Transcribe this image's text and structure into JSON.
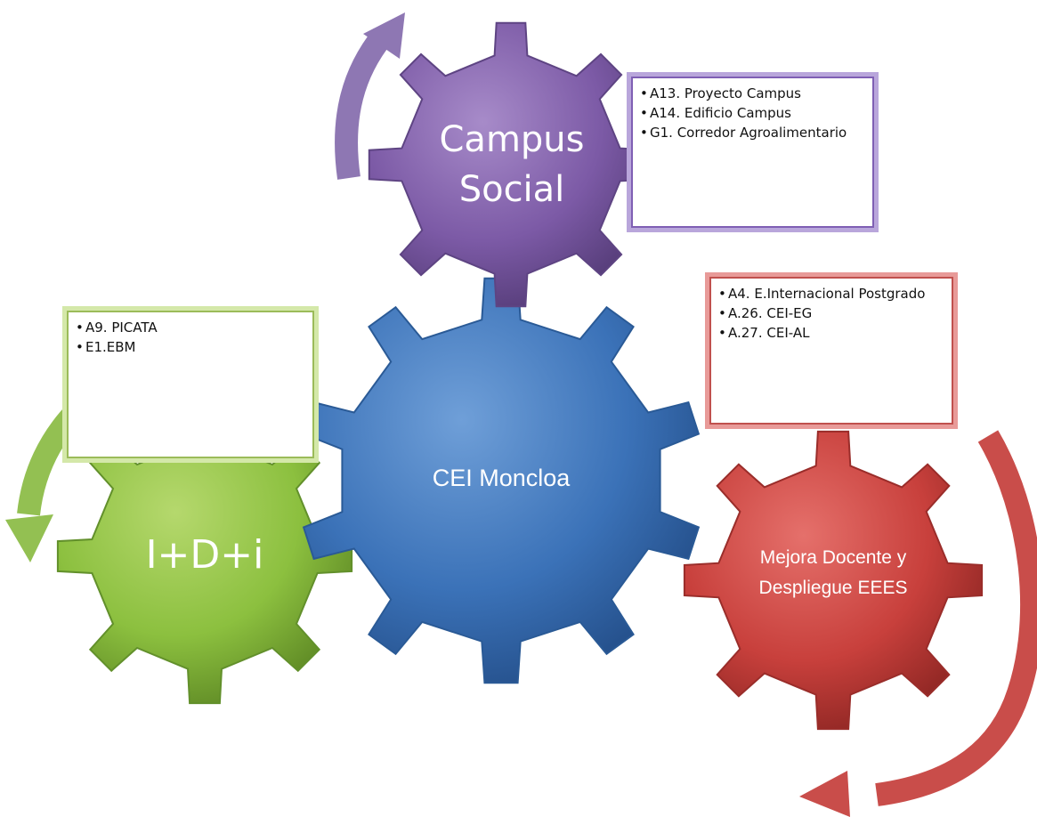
{
  "gears": {
    "center": {
      "label": "CEI Moncloa",
      "color": "#4f81bd"
    },
    "purple": {
      "label_line1": "Campus",
      "label_line2": "Social",
      "color": "#8064a2"
    },
    "red": {
      "label_line1": "Mejora Docente y",
      "label_line2": "Despliegue EEES",
      "color": "#c0504d"
    },
    "green": {
      "label": "I+D+i",
      "color": "#9bbb59"
    }
  },
  "boxes": {
    "purple": [
      "A13.  Proyecto Campus",
      "A14. Edificio Campus",
      "G1. Corredor Agroalimentario"
    ],
    "red": [
      "A4. E.Internacional Postgrado",
      "A.26. CEI-EG",
      "A.27. CEI-AL"
    ],
    "green": [
      "A9. PICATA",
      "E1.EBM"
    ]
  }
}
